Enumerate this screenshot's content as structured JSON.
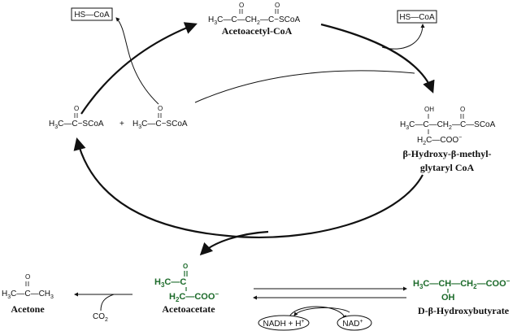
{
  "colors": {
    "ink": "#111111",
    "green": "#1d6b2b"
  },
  "cofactors": {
    "hs_coa_left": "HS—CoA",
    "hs_coa_right": "HS—CoA",
    "co2": "CO",
    "co2_sub": "2",
    "nadh": "NADH + H",
    "nadh_sup": "+",
    "nad": "NAD",
    "nad_sup": "+"
  },
  "compounds": {
    "acetyl_left": {
      "formula_main": "H",
      "sub": "3",
      "rest": "C—C~SCoA",
      "carbonyl_o": "O"
    },
    "plus": "+",
    "acetyl_right": {
      "formula_main": "H",
      "sub": "3",
      "rest": "C—C~SCoA",
      "carbonyl_o": "O"
    },
    "acetoacetyl_coa": {
      "formula_main": "H",
      "sub": "3",
      "rest": "C—C—CH",
      "sub2": "2",
      "rest2": "—C~SCoA",
      "o1": "O",
      "o2": "O",
      "name": "Acetoacetyl-CoA"
    },
    "hmg_coa": {
      "oh": "OH",
      "o": "O",
      "line1_a": "H",
      "line1_sub": "3",
      "line1_b": "C—C—CH",
      "line1_sub2": "2",
      "line1_c": "—C—SCoA",
      "line2_a": "H",
      "line2_sub": "2",
      "line2_b": "C—COO",
      "line2_sup": "−",
      "name_line1": "β-Hydroxy-β-methyl-",
      "name_line2": "glytaryl CoA"
    },
    "acetone": {
      "o": "O",
      "a": "H",
      "sub": "3",
      "b": "C—C—CH",
      "sub2": "3",
      "name": "Acetone"
    },
    "acetoacetate": {
      "o": "O",
      "line1_a": "H",
      "line1_sub": "3",
      "line1_b": "C—C",
      "line2_a": "H",
      "line2_sub": "2",
      "line2_b": "C—COO",
      "line2_sup": "−",
      "name": "Acetoacetate"
    },
    "hydroxybutyrate": {
      "line1_a": "H",
      "line1_sub": "3",
      "line1_b": "C—CH—CH",
      "line1_sub2": "2",
      "line1_c": "—COO",
      "line1_sup": "−",
      "oh": "OH",
      "name": "D-β-Hydroxybutyrate"
    }
  }
}
